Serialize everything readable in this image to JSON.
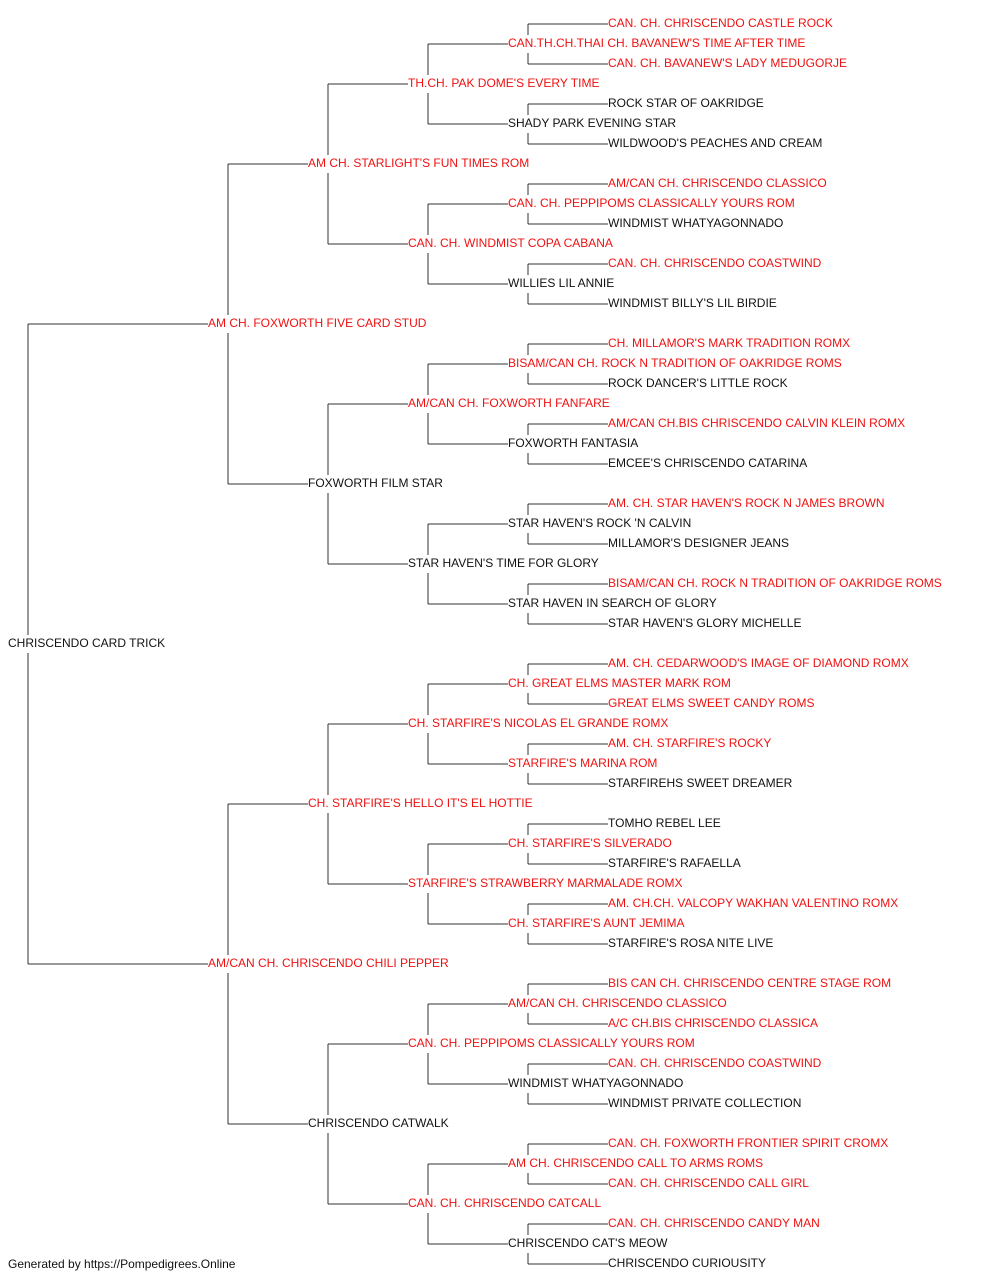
{
  "subject": {
    "name": "CHRISCENDO CARD TRICK",
    "champion": false
  },
  "sire": {
    "name": "AM CH. FOXWORTH FIVE CARD STUD",
    "champion": true,
    "sire": {
      "name": "AM CH. STARLIGHT'S FUN TIMES ROM",
      "champion": true,
      "sire": {
        "name": "TH.CH. PAK DOME'S EVERY TIME",
        "champion": true,
        "sire": {
          "name": "CAN.TH.CH.THAI CH. BAVANEW'S TIME AFTER TIME",
          "champion": true,
          "sire": {
            "name": "CAN. CH. CHRISCENDO CASTLE ROCK",
            "champion": true
          },
          "dam": {
            "name": "CAN. CH. BAVANEW'S LADY MEDUGORJE",
            "champion": true
          }
        },
        "dam": {
          "name": "SHADY PARK EVENING STAR",
          "champion": false,
          "sire": {
            "name": "ROCK STAR OF OAKRIDGE",
            "champion": false
          },
          "dam": {
            "name": "WILDWOOD'S PEACHES AND CREAM",
            "champion": false
          }
        }
      },
      "dam": {
        "name": "CAN. CH. WINDMIST COPA CABANA",
        "champion": true,
        "sire": {
          "name": "CAN. CH. PEPPIPOMS CLASSICALLY YOURS ROM",
          "champion": true,
          "sire": {
            "name": "AM/CAN CH. CHRISCENDO CLASSICO",
            "champion": true
          },
          "dam": {
            "name": "WINDMIST WHATYAGONNADO",
            "champion": false
          }
        },
        "dam": {
          "name": "WILLIES LIL ANNIE",
          "champion": false,
          "sire": {
            "name": "CAN. CH. CHRISCENDO COASTWIND",
            "champion": true
          },
          "dam": {
            "name": "WINDMIST BILLY'S LIL BIRDIE",
            "champion": false
          }
        }
      }
    },
    "dam": {
      "name": "FOXWORTH FILM STAR",
      "champion": false,
      "sire": {
        "name": "AM/CAN CH. FOXWORTH FANFARE",
        "champion": true,
        "sire": {
          "name": "BISAM/CAN CH. ROCK N TRADITION OF OAKRIDGE ROMS",
          "champion": true,
          "sire": {
            "name": "CH. MILLAMOR'S MARK TRADITION ROMX",
            "champion": true
          },
          "dam": {
            "name": "ROCK DANCER'S LITTLE ROCK",
            "champion": false
          }
        },
        "dam": {
          "name": "FOXWORTH FANTASIA",
          "champion": false,
          "sire": {
            "name": "AM/CAN CH.BIS CHRISCENDO CALVIN KLEIN ROMX",
            "champion": true
          },
          "dam": {
            "name": "EMCEE'S CHRISCENDO CATARINA",
            "champion": false
          }
        }
      },
      "dam": {
        "name": "STAR HAVEN'S TIME FOR GLORY",
        "champion": false,
        "sire": {
          "name": "STAR HAVEN'S ROCK 'N CALVIN",
          "champion": false,
          "sire": {
            "name": "AM. CH. STAR HAVEN'S ROCK N JAMES BROWN",
            "champion": true
          },
          "dam": {
            "name": "MILLAMOR'S DESIGNER JEANS",
            "champion": false
          }
        },
        "dam": {
          "name": "STAR HAVEN IN SEARCH OF GLORY",
          "champion": false,
          "sire": {
            "name": "BISAM/CAN CH. ROCK N TRADITION OF OAKRIDGE ROMS",
            "champion": true
          },
          "dam": {
            "name": "STAR HAVEN'S GLORY MICHELLE",
            "champion": false
          }
        }
      }
    }
  },
  "dam": {
    "name": "AM/CAN CH. CHRISCENDO CHILI PEPPER",
    "champion": true,
    "sire": {
      "name": "CH. STARFIRE'S HELLO IT'S EL HOTTIE",
      "champion": true,
      "sire": {
        "name": "CH. STARFIRE'S NICOLAS EL GRANDE ROMX",
        "champion": true,
        "sire": {
          "name": "CH. GREAT ELMS MASTER MARK ROM",
          "champion": true,
          "sire": {
            "name": "AM. CH. CEDARWOOD'S IMAGE OF DIAMOND ROMX",
            "champion": true
          },
          "dam": {
            "name": "GREAT ELMS SWEET CANDY ROMS",
            "champion": true
          }
        },
        "dam": {
          "name": "STARFIRE'S MARINA ROM",
          "champion": true,
          "sire": {
            "name": "AM. CH. STARFIRE'S ROCKY",
            "champion": true
          },
          "dam": {
            "name": "STARFIREHS SWEET DREAMER",
            "champion": false
          }
        }
      },
      "dam": {
        "name": "STARFIRE'S STRAWBERRY MARMALADE ROMX",
        "champion": true,
        "sire": {
          "name": "CH. STARFIRE'S SILVERADO",
          "champion": true,
          "sire": {
            "name": "TOMHO REBEL LEE",
            "champion": false
          },
          "dam": {
            "name": "STARFIRE'S RAFAELLA",
            "champion": false
          }
        },
        "dam": {
          "name": "CH. STARFIRE'S AUNT JEMIMA",
          "champion": true,
          "sire": {
            "name": "AM. CH.CH. VALCOPY WAKHAN VALENTINO ROMX",
            "champion": true
          },
          "dam": {
            "name": "STARFIRE'S ROSA NITE LIVE",
            "champion": false
          }
        }
      }
    },
    "dam": {
      "name": "CHRISCENDO CATWALK",
      "champion": false,
      "sire": {
        "name": "CAN. CH. PEPPIPOMS CLASSICALLY YOURS ROM",
        "champion": true,
        "sire": {
          "name": "AM/CAN CH. CHRISCENDO CLASSICO",
          "champion": true,
          "sire": {
            "name": "BIS CAN CH. CHRISCENDO CENTRE STAGE ROM",
            "champion": true
          },
          "dam": {
            "name": "A/C CH.BIS CHRISCENDO CLASSICA",
            "champion": true
          }
        },
        "dam": {
          "name": "WINDMIST WHATYAGONNADO",
          "champion": false,
          "sire": {
            "name": "CAN. CH. CHRISCENDO COASTWIND",
            "champion": true
          },
          "dam": {
            "name": "WINDMIST PRIVATE COLLECTION",
            "champion": false
          }
        }
      },
      "dam": {
        "name": "CAN. CH. CHRISCENDO CATCALL",
        "champion": true,
        "sire": {
          "name": "AM CH. CHRISCENDO CALL TO ARMS ROMS",
          "champion": true,
          "sire": {
            "name": "CAN. CH. FOXWORTH FRONTIER SPIRIT CROMX",
            "champion": true
          },
          "dam": {
            "name": "CAN. CH. CHRISCENDO CALL GIRL",
            "champion": true
          }
        },
        "dam": {
          "name": "CHRISCENDO CAT'S MEOW",
          "champion": false,
          "sire": {
            "name": "CAN. CH. CHRISCENDO CANDY MAN",
            "champion": true
          },
          "dam": {
            "name": "CHRISCENDO CURIOUSITY",
            "champion": false
          }
        }
      }
    }
  },
  "colors": {
    "champion": "#ee1111",
    "non_champion": "#111111",
    "connector": "#333333"
  },
  "footer": "Generated by https://Pompedigrees.Online"
}
